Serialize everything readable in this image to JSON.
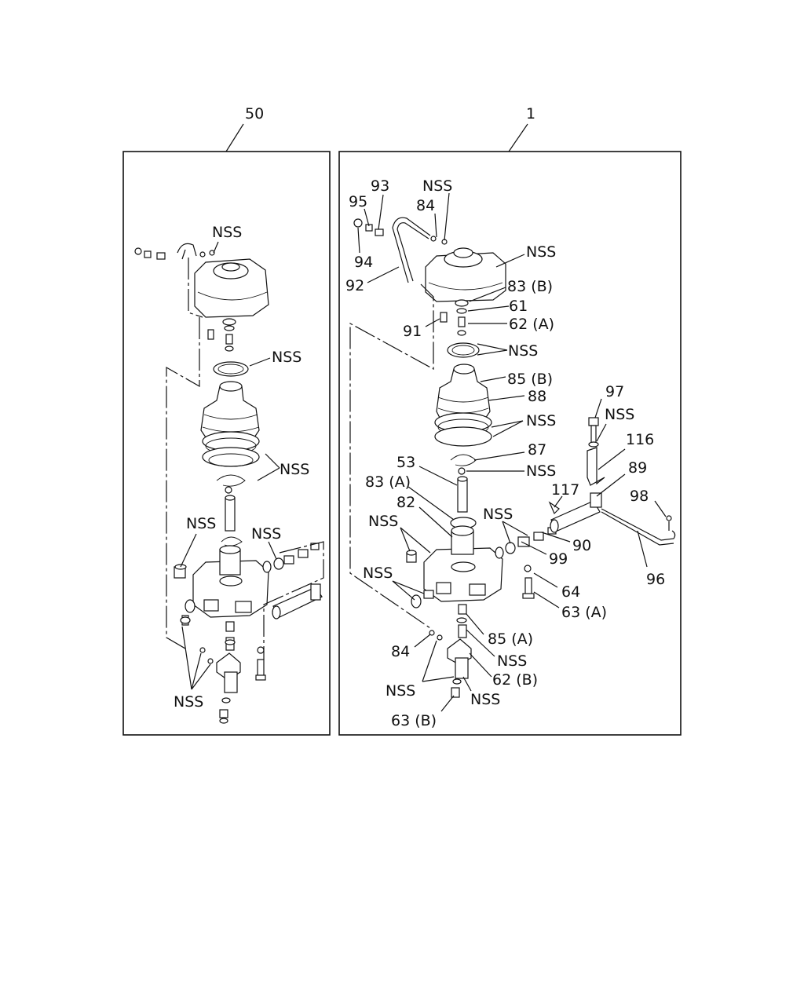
{
  "assemblies": {
    "left": {
      "number": "50"
    },
    "right": {
      "number": "1"
    }
  },
  "callouts": {
    "left": {
      "nss_top": "NSS",
      "nss_ring": "NSS",
      "nss_springs": "NSS",
      "nss_valve_side": "NSS",
      "nss_port": "NSS",
      "nss_bottom": "NSS"
    },
    "right": {
      "c93": "93",
      "c95": "95",
      "nss_top_a": "NSS",
      "c84_top": "84",
      "c94": "94",
      "nss_top_b": "NSS",
      "c92": "92",
      "c83b": "83 (B)",
      "c61": "61",
      "c91": "91",
      "c62a": "62 (A)",
      "nss_ring": "NSS",
      "c85b": "85 (B)",
      "c97": "97",
      "c88": "88",
      "nss_bolt": "NSS",
      "nss_springs": "NSS",
      "c116": "116",
      "c87": "87",
      "c53": "53",
      "c89": "89",
      "nss_clip": "NSS",
      "c83a": "83 (A)",
      "c98": "98",
      "c117": "117",
      "c82": "82",
      "nss_port_a": "NSS",
      "nss_left": "NSS",
      "c90": "90",
      "c99": "99",
      "nss_port_b": "NSS",
      "c96": "96",
      "c64": "64",
      "c63a": "63 (A)",
      "c85a": "85 (A)",
      "c84_bottom": "84",
      "nss_bottom_a": "NSS",
      "c62b": "62 (B)",
      "nss_bottom_b": "NSS",
      "nss_bottom_c": "NSS",
      "c63b": "63 (B)"
    }
  }
}
